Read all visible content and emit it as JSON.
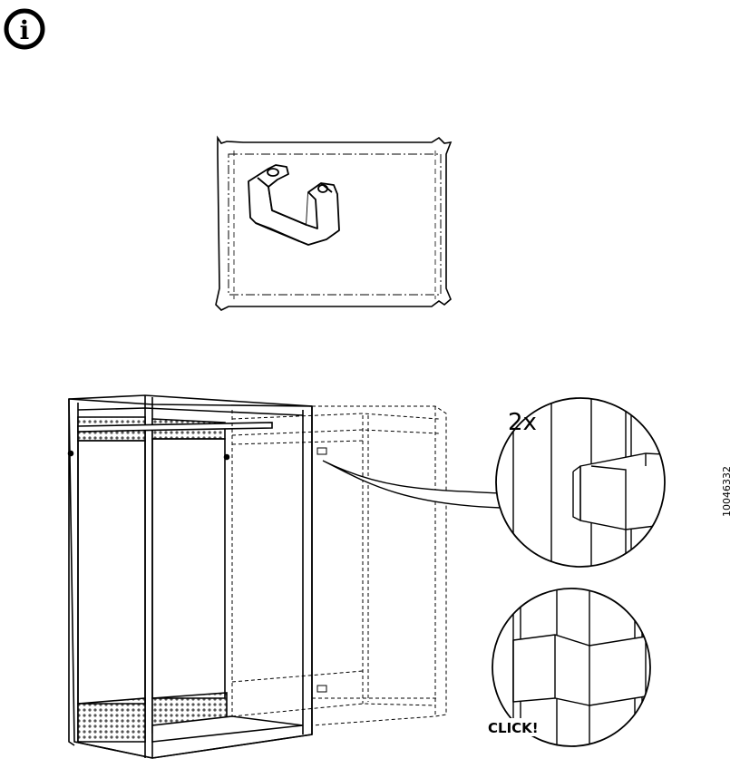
{
  "labels": {
    "quantity": "2x",
    "click": "CLICK!",
    "document_number": "10046332",
    "info_glyph": "i"
  },
  "icons": {
    "info": "info-icon"
  },
  "colors": {
    "ink": "#000000",
    "background": "#ffffff",
    "panel_fill": "#f4f4f4"
  }
}
